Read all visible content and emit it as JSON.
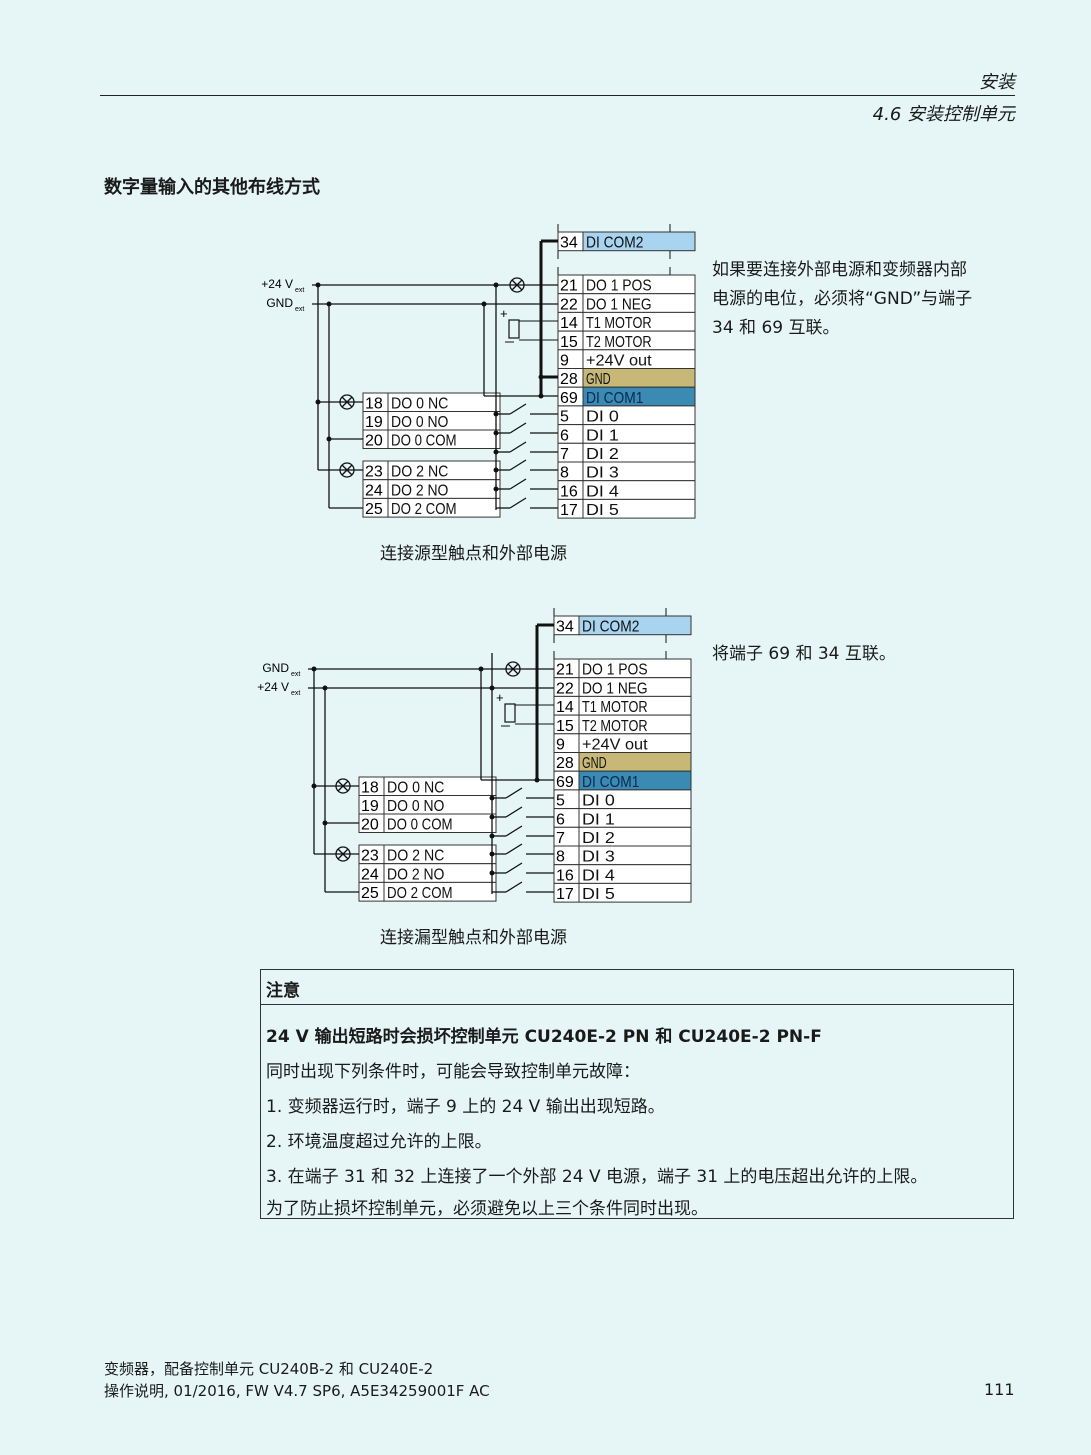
{
  "header": {
    "chapter": "安装",
    "section": "4.6 安装控制单元"
  },
  "heading": "数字量输入的其他布线方式",
  "diagram1": {
    "supply_labels": [
      "+24 V",
      "ext",
      "GND",
      "ext"
    ],
    "caption": "连接源型触点和外部电源",
    "side_text": [
      "如果要连接外部电源和变频器内部",
      "电源的电位，必须将“GND”与端子",
      "34 和 69 互联。"
    ]
  },
  "diagram2": {
    "supply_labels": [
      "GND",
      "ext",
      "+24 V",
      "ext"
    ],
    "caption": "连接漏型触点和外部电源",
    "side_text": [
      "将端子 69 和 34 互联。"
    ]
  },
  "terminals_top": [
    {
      "num": "34",
      "label": "DI COM2",
      "color": "#a9d4f0"
    }
  ],
  "terminals_main": [
    {
      "num": "21",
      "label": "DO 1 POS"
    },
    {
      "num": "22",
      "label": "DO 1 NEG"
    },
    {
      "num": "14",
      "label": "T1 MOTOR"
    },
    {
      "num": "15",
      "label": "T2 MOTOR"
    },
    {
      "num": "9",
      "label": "+24V out"
    },
    {
      "num": "28",
      "label": "GND",
      "color": "#c8b878"
    },
    {
      "num": "69",
      "label": "DI COM1",
      "color": "#3a8ab4"
    },
    {
      "num": "5",
      "label": "DI 0"
    },
    {
      "num": "6",
      "label": "DI 1"
    },
    {
      "num": "7",
      "label": "DI 2"
    },
    {
      "num": "8",
      "label": "DI 3"
    },
    {
      "num": "16",
      "label": "DI 4"
    },
    {
      "num": "17",
      "label": "DI 5"
    }
  ],
  "relay_do0": [
    {
      "num": "18",
      "label": "DO 0 NC"
    },
    {
      "num": "19",
      "label": "DO 0 NO"
    },
    {
      "num": "20",
      "label": "DO 0 COM"
    }
  ],
  "relay_do2": [
    {
      "num": "23",
      "label": "DO 2 NC"
    },
    {
      "num": "24",
      "label": "DO 2 NO"
    },
    {
      "num": "25",
      "label": "DO 2 COM"
    }
  ],
  "notice": {
    "title": "注意",
    "subtitle": "24 V 输出短路时会损坏控制单元 CU240E-2 PN 和 CU240E-2 PN-F",
    "lines": [
      "同时出现下列条件时，可能会导致控制单元故障：",
      "1.  变频器运行时，端子 9 上的 24 V 输出出现短路。",
      "2.  环境温度超过允许的上限。",
      "3.  在端子 31 和 32 上连接了一个外部 24 V 电源，端子 31 上的电压超出允许的上限。",
      "为了防止损坏控制单元，必须避免以上三个条件同时出现。"
    ]
  },
  "footer": {
    "line1": "变频器，配备控制单元 CU240B-2 和 CU240E-2",
    "line2": "操作说明, 01/2016, FW V4.7 SP6, A5E34259001F AC",
    "page": "111"
  }
}
